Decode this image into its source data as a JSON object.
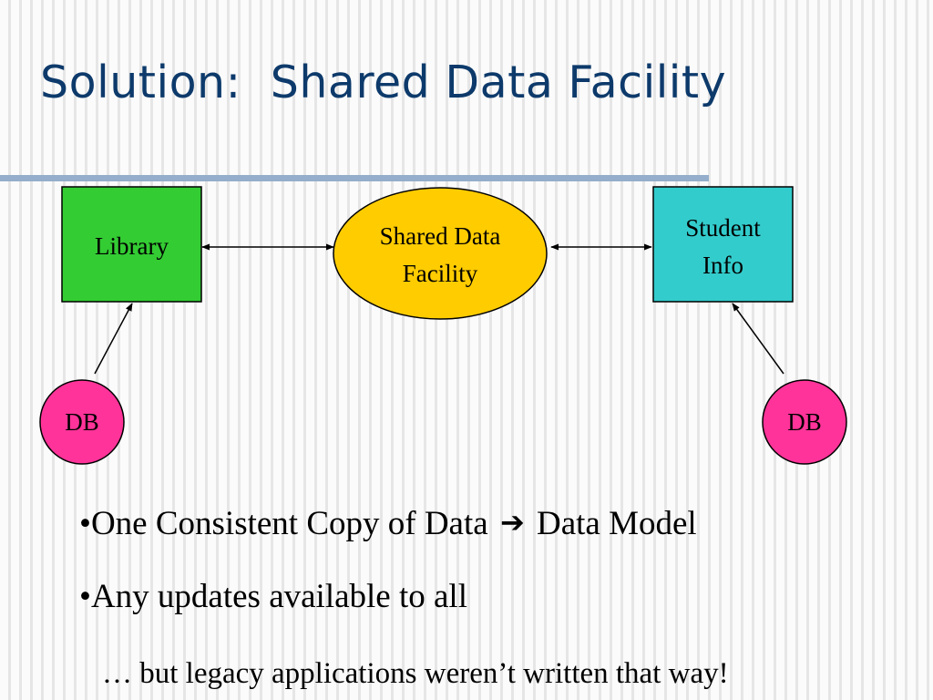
{
  "slide": {
    "title": "Solution:  Shared Data Facility"
  },
  "diagram": {
    "nodes": {
      "library": {
        "label": "Library",
        "shape": "rectangle",
        "color": "#33cc33"
      },
      "shared_data_facility": {
        "label_lines": [
          "Shared Data",
          "Facility"
        ],
        "shape": "ellipse",
        "color": "#ffcc00"
      },
      "student_info": {
        "label_lines": [
          "Student",
          "Info"
        ],
        "shape": "rectangle",
        "color": "#33cccc"
      },
      "db_left": {
        "label": "DB",
        "shape": "circle",
        "color": "#ff3399"
      },
      "db_right": {
        "label": "DB",
        "shape": "circle",
        "color": "#ff3399"
      }
    },
    "edges": [
      {
        "from": "library",
        "to": "shared_data_facility",
        "direction": "both"
      },
      {
        "from": "shared_data_facility",
        "to": "student_info",
        "direction": "both"
      },
      {
        "from": "db_left",
        "to": "library",
        "direction": "forward"
      },
      {
        "from": "db_right",
        "to": "student_info",
        "direction": "forward"
      }
    ]
  },
  "bullets": [
    {
      "prefix": "•One Consistent Copy of Data",
      "arrow_icon": "right-arrow-icon",
      "arrow_glyph": "➔",
      "suffix": "Data Model"
    },
    {
      "text": "•Any updates available to all"
    }
  ],
  "note": "… but legacy applications weren’t written that way!"
}
